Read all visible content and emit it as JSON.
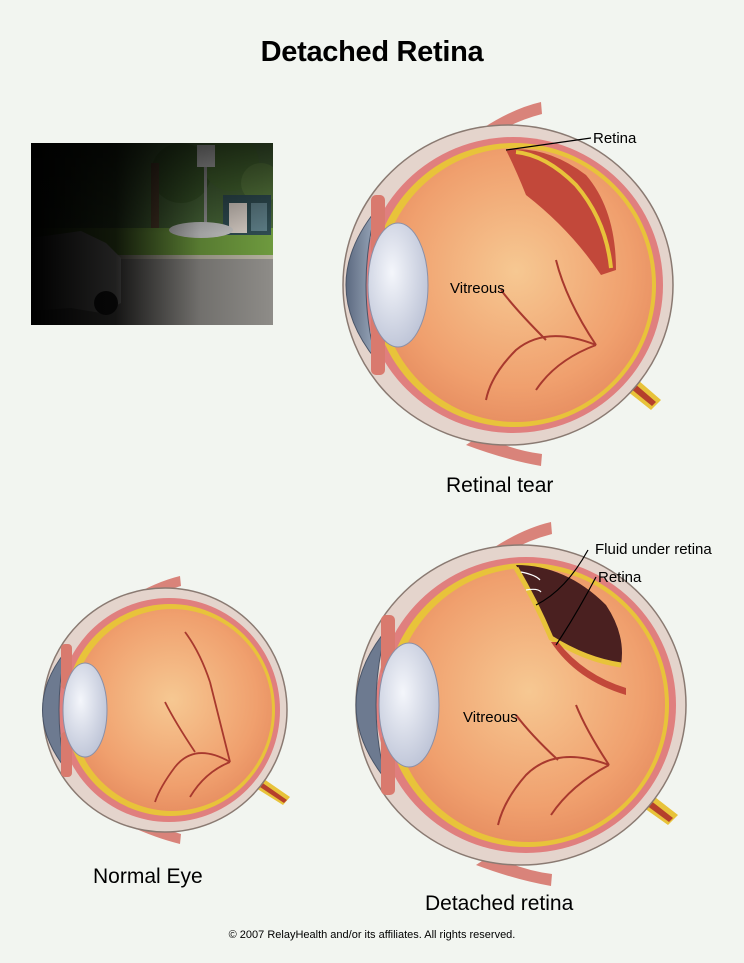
{
  "title": "Detached Retina",
  "panels": {
    "retinal_tear": {
      "caption": "Retinal tear",
      "labels": {
        "retina": "Retina",
        "vitreous": "Vitreous"
      }
    },
    "normal_eye": {
      "caption": "Normal Eye"
    },
    "detached_retina": {
      "caption": "Detached retina",
      "labels": {
        "fluid": "Fluid under retina",
        "retina": "Retina",
        "vitreous": "Vitreous"
      }
    }
  },
  "photo": {
    "sign_text": ""
  },
  "copyright": "© 2007 RelayHealth and/or its affiliates.  All rights reserved.",
  "colors": {
    "background": "#f2f5f0",
    "sclera": "#e6d6ce",
    "retina_yellow": "#e8c33a",
    "vitreous": "#f2b07c",
    "muscle": "#d97a6e"
  }
}
